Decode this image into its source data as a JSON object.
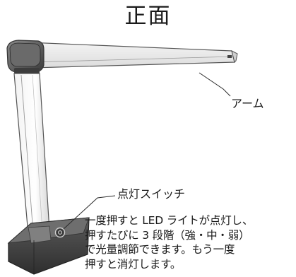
{
  "title": "正面",
  "labels": {
    "arm": "アーム",
    "switch": "点灯スイッチ"
  },
  "description": [
    "一度押すと LED ライトが点灯し、",
    "押すたびに 3 段階（強・中・弱）",
    "で光量調節できます。もう一度",
    "押すと消灯します。"
  ]
}
